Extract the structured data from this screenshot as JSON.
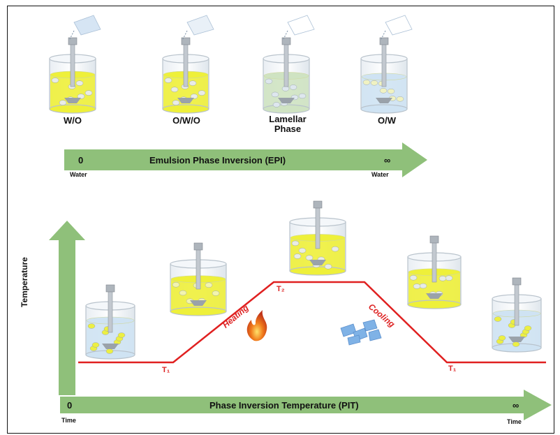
{
  "epi": {
    "stages": [
      "W/O",
      "O/W/O",
      "Lamellar\nPhase",
      "O/W"
    ],
    "arrow_label": "Emulsion Phase Inversion (EPI)",
    "start": "0",
    "end": "∞",
    "start_caption": "Water",
    "end_caption": "Water"
  },
  "pit": {
    "arrow_label": "Phase Inversion Temperature (PIT)",
    "start": "0",
    "end": "∞",
    "start_caption": "Time",
    "end_caption": "Time",
    "y_label": "Temperature",
    "t1_left": "T₁",
    "t2": "T₂",
    "t1_right": "T₁",
    "heating": "Heating",
    "cooling": "Cooling"
  },
  "colors": {
    "arrow": "#8fc07a",
    "curve": "#e02020",
    "yellow": "#eef03a",
    "water": "#cfe3f3",
    "ice": "#7fb2e6",
    "flame": "#e86a1a"
  }
}
